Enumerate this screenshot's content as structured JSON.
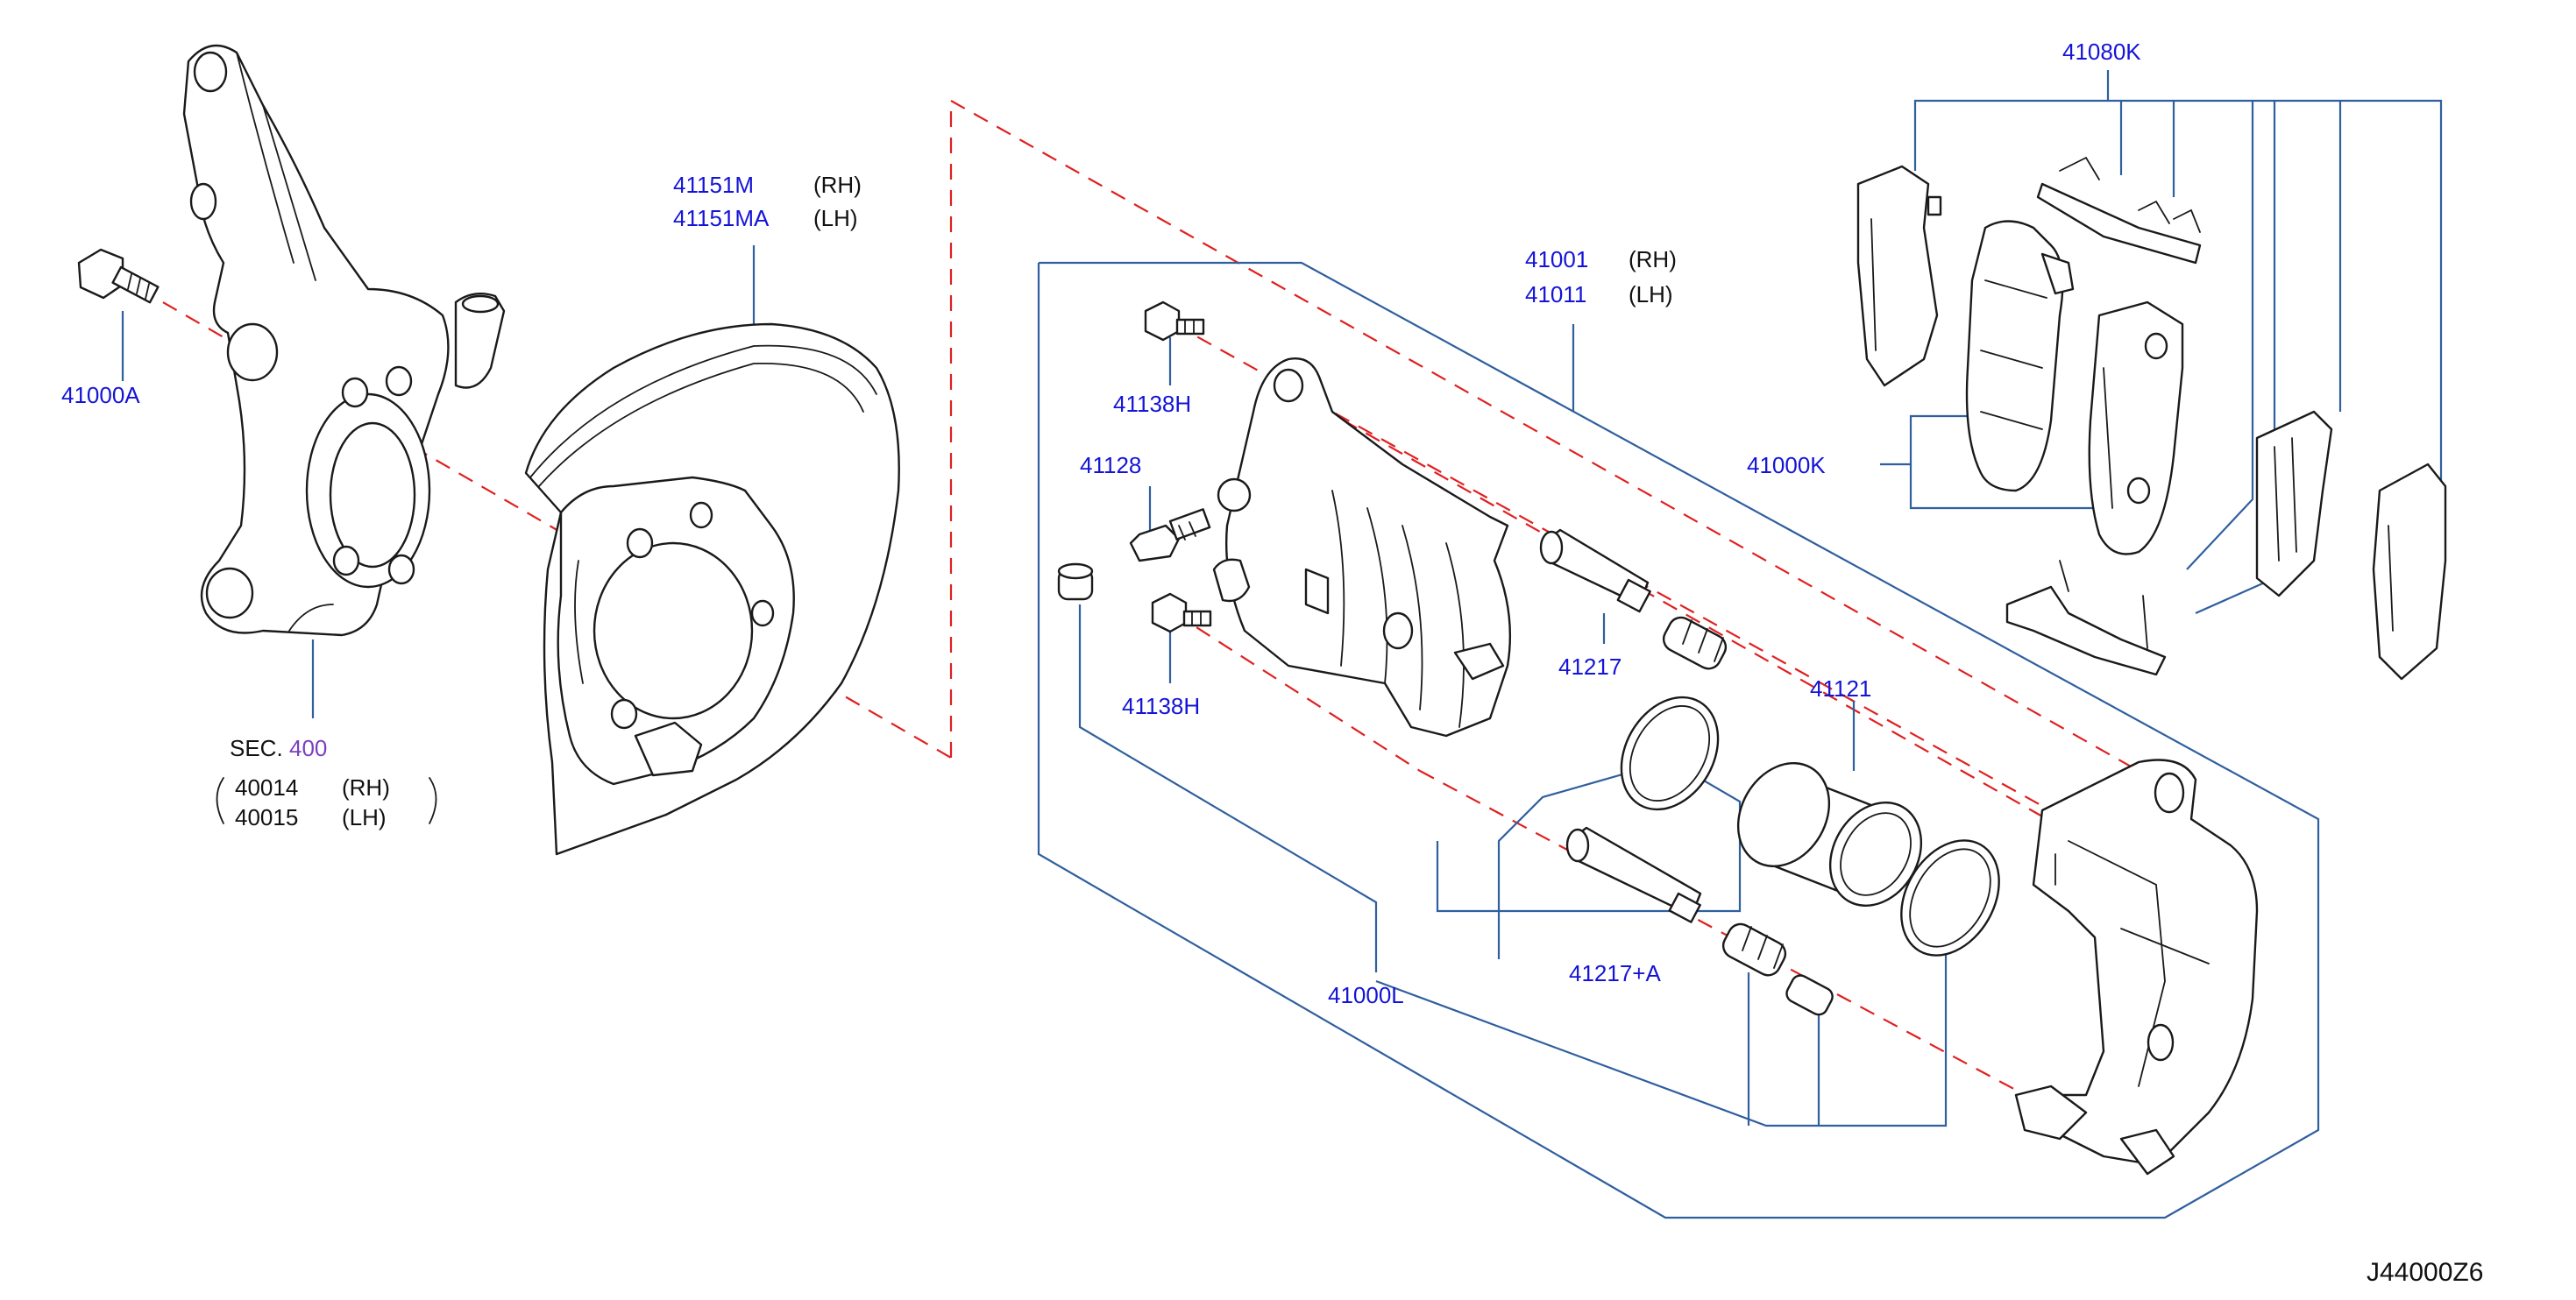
{
  "labels": {
    "p41000A": "41000A",
    "p41151M": "41151M",
    "p41151MA": "41151MA",
    "rh1": "(RH)",
    "lh1": "(LH)",
    "sec": "SEC.",
    "sec_num": "400",
    "p40014": "40014",
    "p40015": "40015",
    "rh2": "(RH)",
    "lh2": "(LH)",
    "p41138H_top": "41138H",
    "p41128": "41128",
    "p41138H_bot": "41138H",
    "p41001": "41001",
    "p41011": "41011",
    "rh3": "(RH)",
    "lh3": "(LH)",
    "p41217": "41217",
    "p41121": "41121",
    "p41217A": "41217+A",
    "p41000L": "41000L",
    "p41000K": "41000K",
    "p41080K": "41080K",
    "diagram_code": "J44000Z6"
  },
  "colors": {
    "part_number": "#1414d8",
    "leader_line": "#2f5f9e",
    "dashed_line": "#e02020",
    "section_ref": "#7b3fbf",
    "ink": "#1a1a1a"
  }
}
